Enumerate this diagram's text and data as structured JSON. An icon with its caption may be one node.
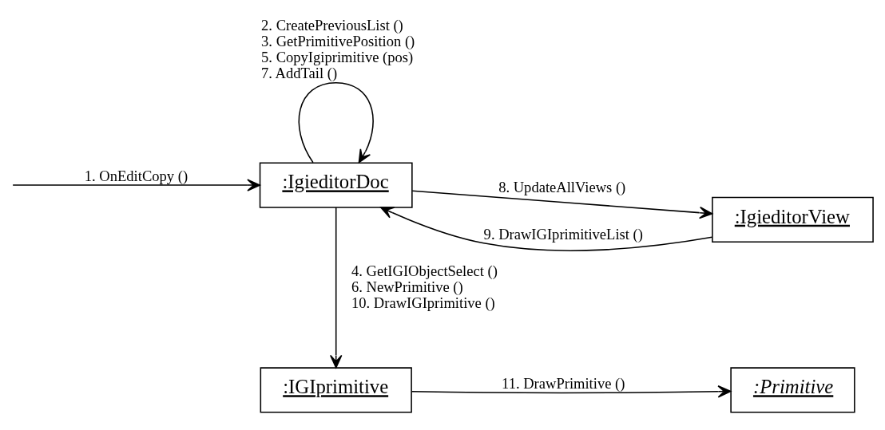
{
  "diagram": {
    "nodes": [
      {
        "text": [
          ":IgieditorDoc"
        ]
      },
      {
        "text": [
          ":IgieditorView"
        ]
      },
      {
        "text": [
          ":IGIprimitive"
        ]
      },
      {
        "text": [
          ":Primitive"
        ]
      }
    ],
    "edges": [
      {
        "from": null,
        "to": 0,
        "arrow": "to",
        "label": "1. OnEditCopy ()"
      },
      {
        "from": 0,
        "to": 0,
        "arrow": "to",
        "label": [
          "2. CreatePreviousList ()",
          "3. GetPrimitivePosition ()",
          "5. CopyIgiprimitive (pos)",
          "7. AddTail ()"
        ]
      },
      {
        "from": 0,
        "to": 1,
        "arrow": "to",
        "label": "8. UpdateAllViews ()"
      },
      {
        "from": 1,
        "to": 0,
        "arrow": "to",
        "label": "9. DrawIGIprimitiveList ()"
      },
      {
        "from": 0,
        "to": 2,
        "arrow": "to",
        "label": [
          "4. GetIGIObjectSelect ()",
          "6. NewPrimitive ()",
          "10. DrawIGIprimitive ()"
        ]
      },
      {
        "from": 2,
        "to": 3,
        "arrow": "to",
        "label": "11. DrawPrimitive ()"
      }
    ]
  }
}
